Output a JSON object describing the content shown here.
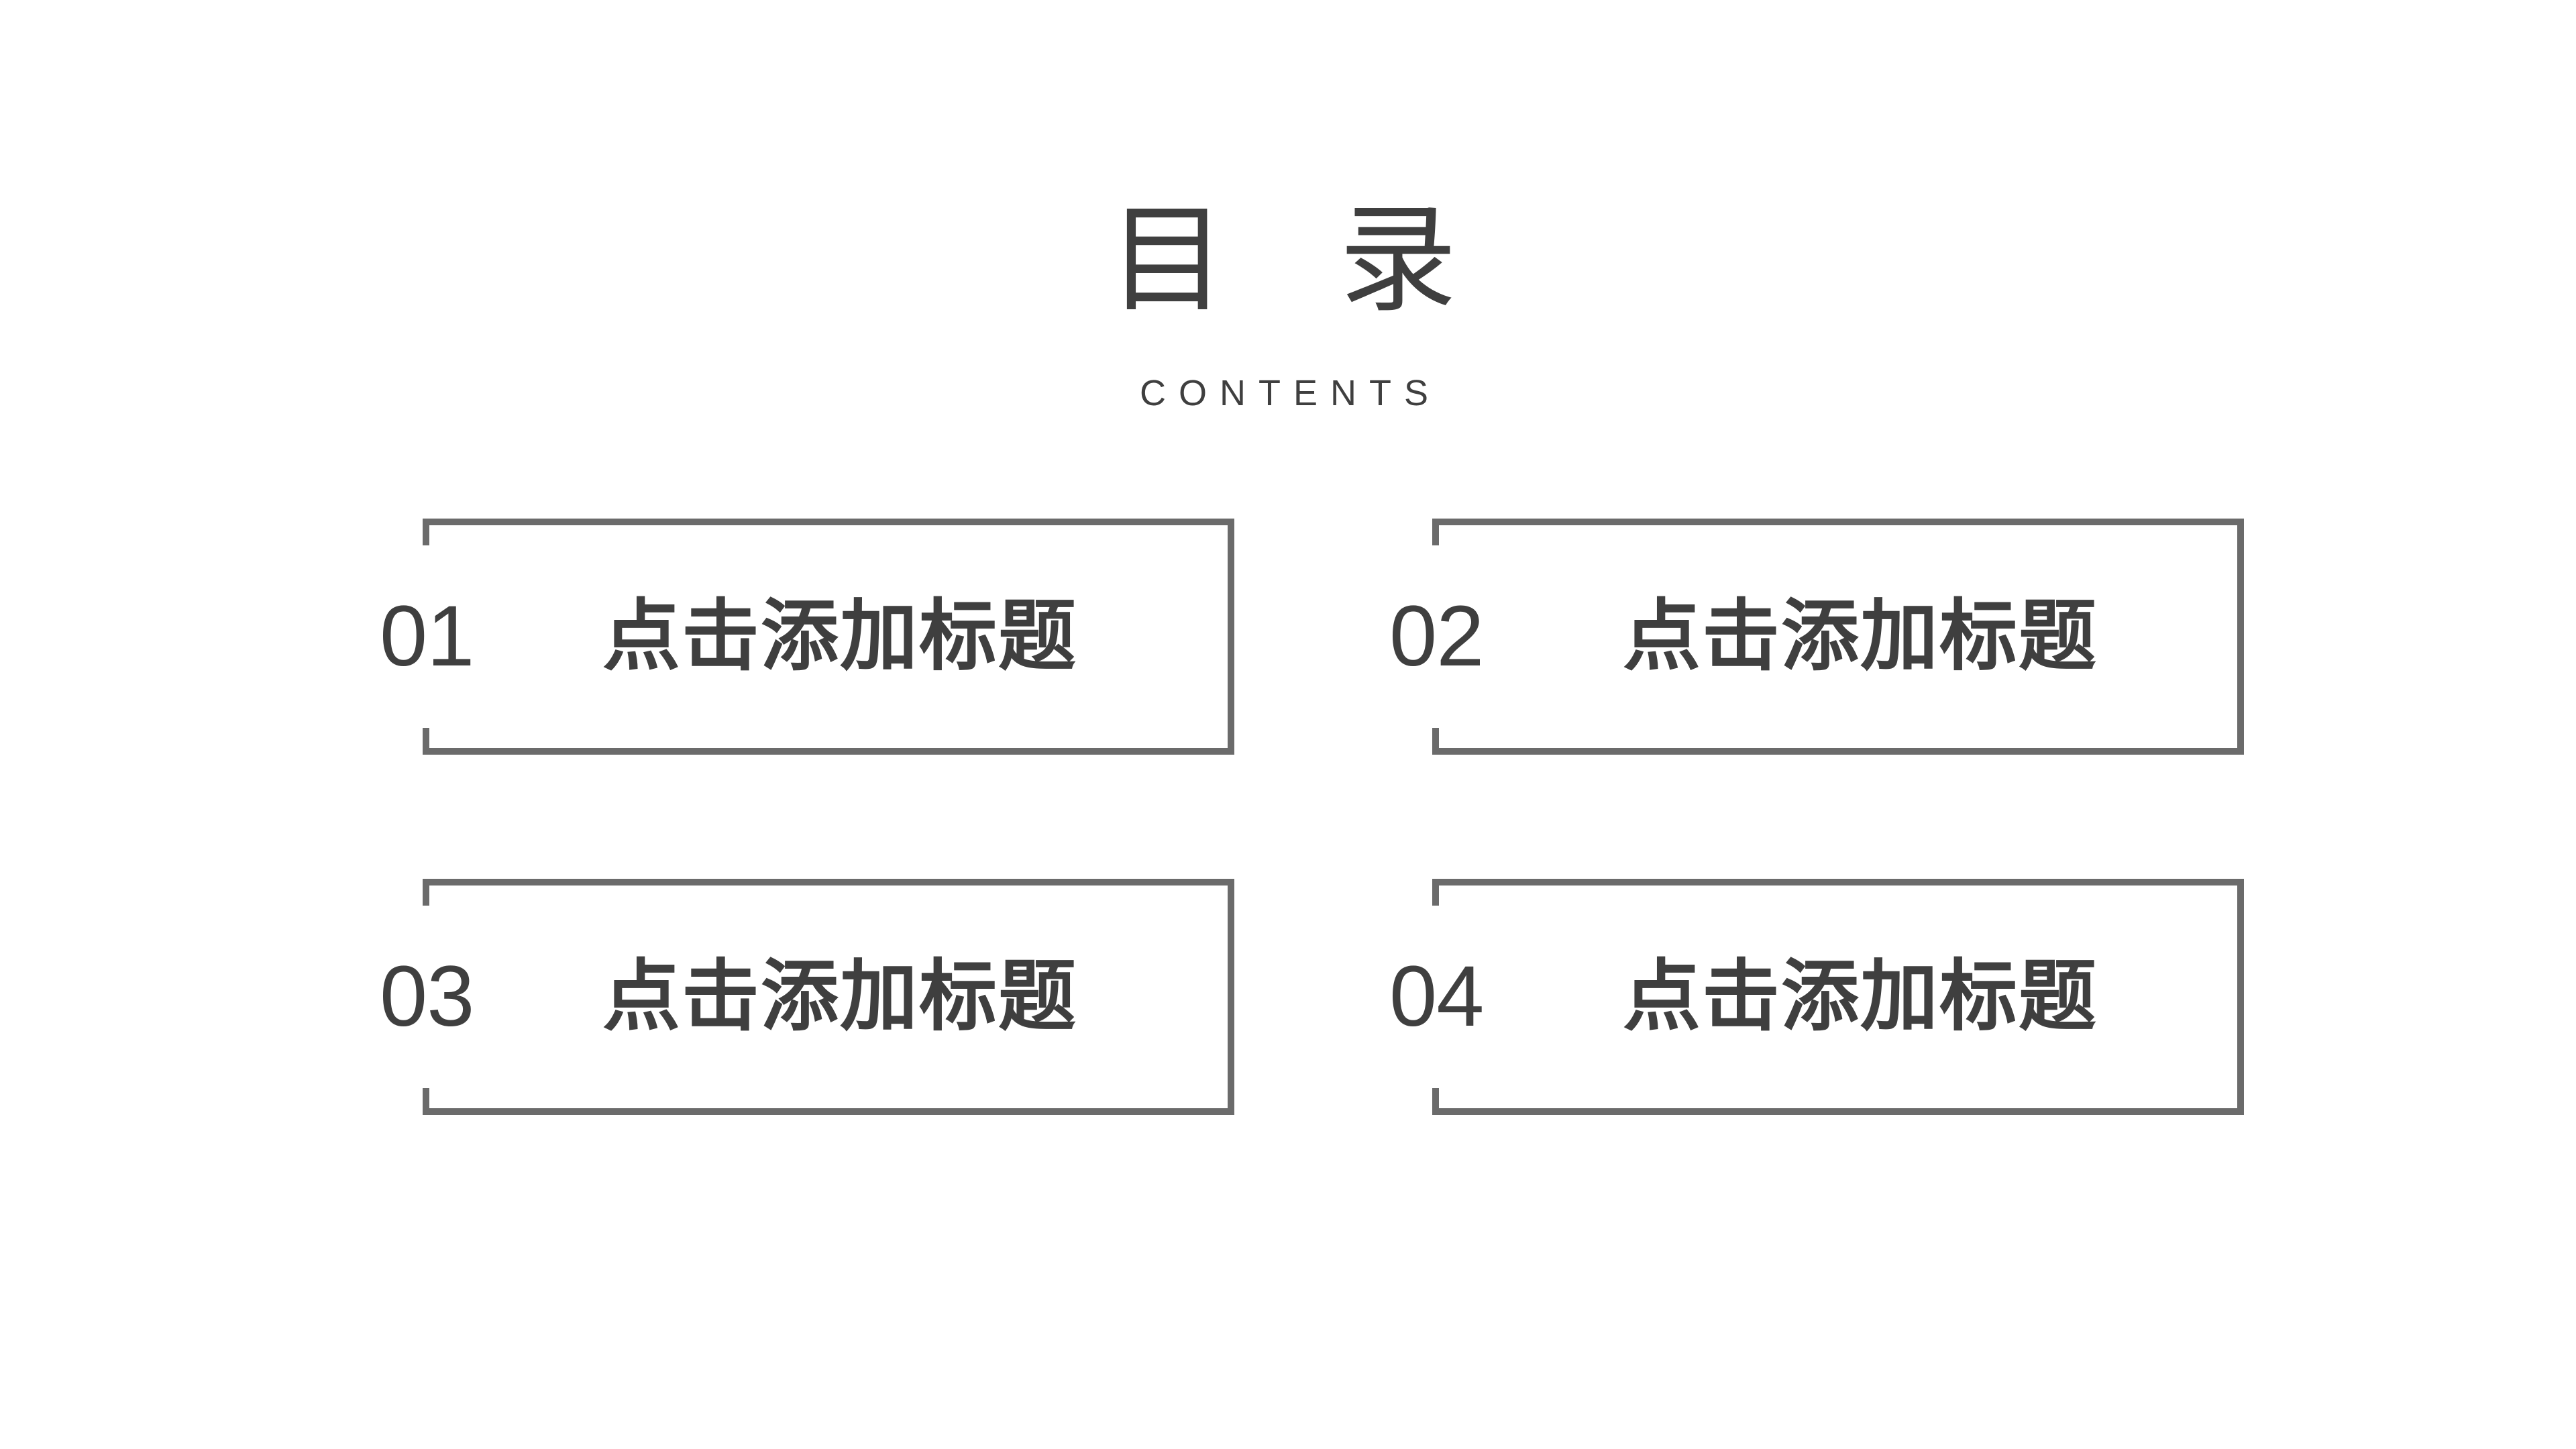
{
  "slide": {
    "background_color": "#ffffff",
    "accent_color": "#6b6b6b",
    "text_color": "#3f3f3f"
  },
  "header": {
    "title_cn": "目   录",
    "title_en": "CONTENTS"
  },
  "items": [
    {
      "number": "01",
      "label": "点击添加标题"
    },
    {
      "number": "02",
      "label": "点击添加标题"
    },
    {
      "number": "03",
      "label": "点击添加标题"
    },
    {
      "number": "04",
      "label": "点击添加标题"
    }
  ]
}
